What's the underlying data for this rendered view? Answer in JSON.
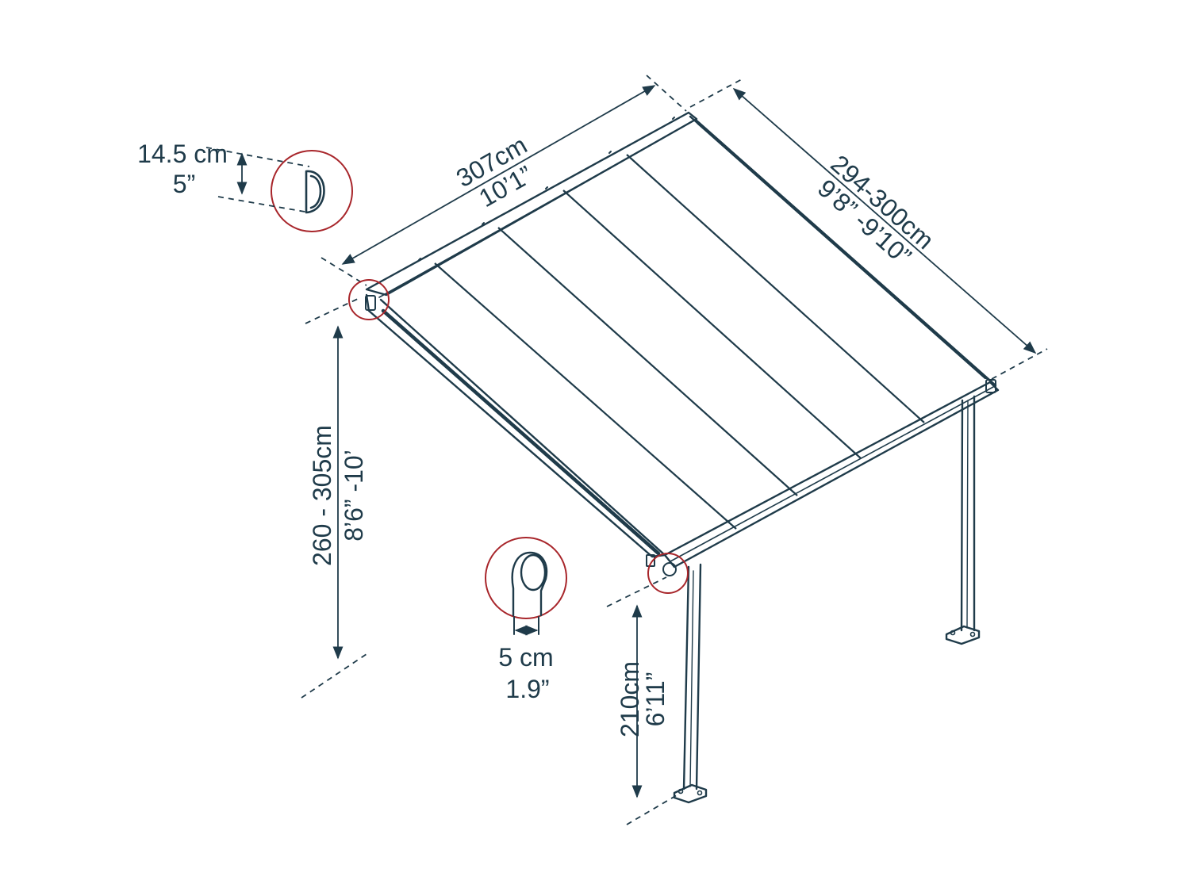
{
  "dimensions": {
    "width": {
      "metric": "307cm",
      "imperial": "10’1”"
    },
    "depth": {
      "metric": "294-300cm",
      "imperial": "9’8” -9’10”"
    },
    "wall_height": {
      "metric": "260 - 305cm",
      "imperial": "8’6” -10’"
    },
    "post_height": {
      "metric": "210cm",
      "imperial": "6’11”"
    },
    "beam_profile": {
      "metric": "14.5 cm",
      "imperial": "5”"
    },
    "gutter_diameter": {
      "metric": "5 cm",
      "imperial": "1.9”"
    }
  },
  "colors": {
    "line": "#1f3b4a",
    "callout": "#a8262b",
    "background": "#ffffff"
  }
}
